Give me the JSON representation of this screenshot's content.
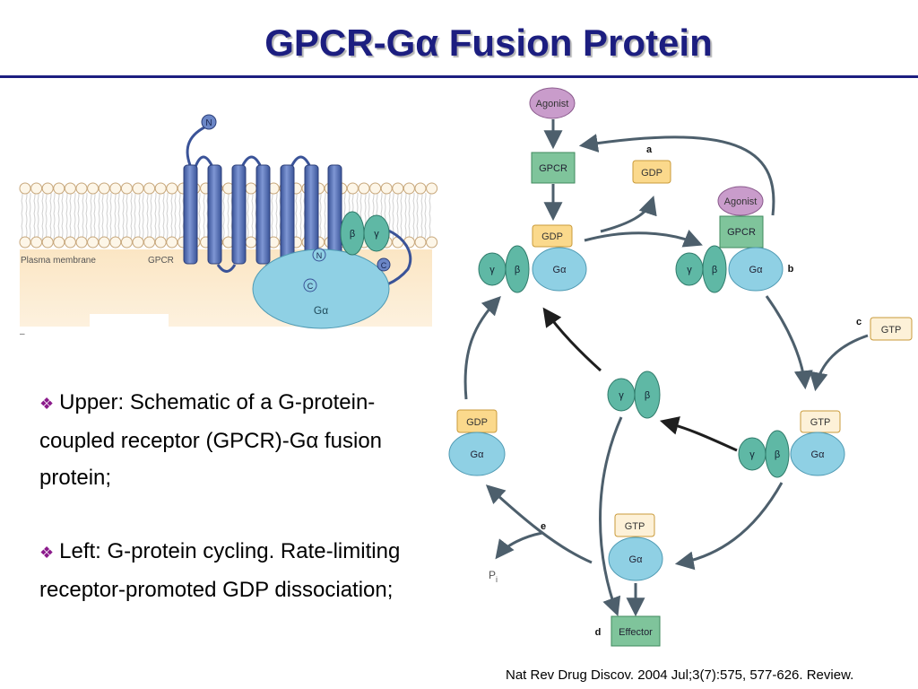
{
  "slide": {
    "title": "GPCR-Gα Fusion Protein",
    "citation": "Nat Rev Drug Discov. 2004 Jul;3(7):575, 577-626. Review."
  },
  "bullets": [
    {
      "icon": "diamond-bullet-icon",
      "text": "Upper: Schematic of a G-protein-coupled receptor (GPCR)-Gα fusion protein;"
    },
    {
      "icon": "diamond-bullet-icon",
      "text": "Left: G-protein cycling. Rate-limiting receptor-promoted GDP dissociation;"
    }
  ],
  "membrane_figure": {
    "label_plasma_membrane": "Plasma membrane",
    "label_gpcr": "GPCR",
    "n_terminus": "N",
    "n_inner": "N",
    "c_inner": "C",
    "c_outer": "C",
    "beta": "β",
    "gamma": "γ",
    "galpha": "Gα",
    "corner_mark": "–"
  },
  "cycle_figure": {
    "agonist_top": "Agonist",
    "gpcr_top": "GPCR",
    "gdp_released": "GDP",
    "label_a": "a",
    "agonist_right": "Agonist",
    "gpcr_right": "GPCR",
    "label_b": "b",
    "gdp_left_trimer": "GDP",
    "gamma_1": "γ",
    "beta_1": "β",
    "galpha_1": "Gα",
    "gamma_2": "γ",
    "beta_2": "β",
    "galpha_2": "Gα",
    "label_c": "c",
    "gtp_incoming": "GTP",
    "gamma_center": "γ",
    "beta_center": "β",
    "gtp_right_trimer": "GTP",
    "gamma_3": "γ",
    "beta_3": "β",
    "galpha_3": "Gα",
    "gdp_left_alpha": "GDP",
    "galpha_4": "Gα",
    "label_e": "e",
    "pi": "P",
    "pi_sub": "i",
    "gtp_bottom": "GTP",
    "galpha_5": "Gα",
    "label_d": "d",
    "effector": "Effector"
  },
  "colors": {
    "title": "#1c1e80",
    "rule": "#1c1e80",
    "bullet_mark": "#8b1a8b",
    "helix_blue": "#4a66b0",
    "galpha_blue": "#8fd0e4",
    "beta_gamma_green": "#5fb8a5",
    "gpcr_box_green": "#7fc49b",
    "nucleotide_box": "#fbd98c",
    "agonist_purple": "#c99ccb",
    "arrow_gray": "#4d5f6c"
  }
}
